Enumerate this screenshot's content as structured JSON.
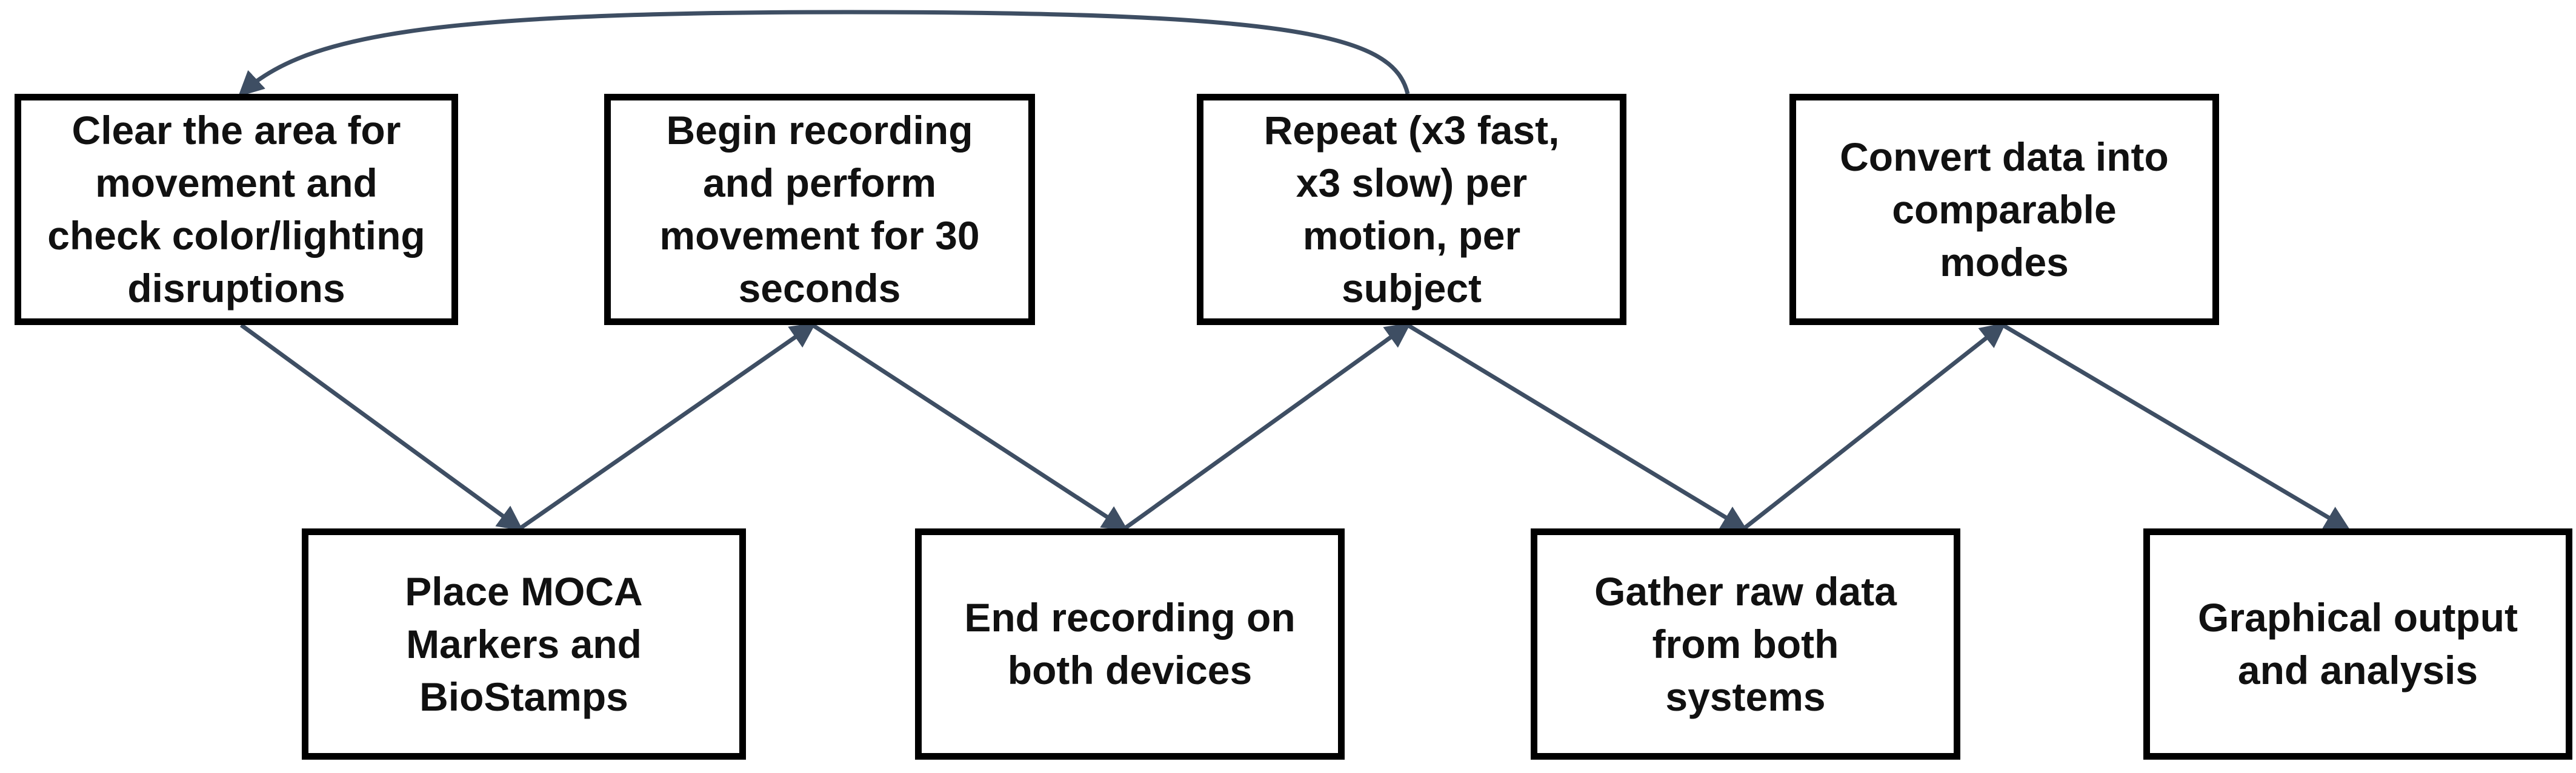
{
  "diagram": {
    "colors": {
      "arrow": "#3e4e63",
      "box_border": "#000000",
      "text": "#111111",
      "background": "#ffffff"
    },
    "steps": {
      "clear_area": "Clear the area for\nmovement and\ncheck color/lighting\ndisruptions",
      "place_markers": "Place MOCA\nMarkers and\nBioStamps",
      "begin_recording": "Begin recording\nand perform\nmovement for 30\nseconds",
      "end_recording": "End recording on\nboth devices",
      "repeat": "Repeat (x3 fast,\nx3 slow) per\nmotion, per\nsubject",
      "gather_data": "Gather raw data\nfrom both\nsystems",
      "convert_data": "Convert data into\ncomparable\nmodes",
      "graphical_output": "Graphical output\nand analysis"
    },
    "flow": [
      [
        "clear_area",
        "place_markers"
      ],
      [
        "place_markers",
        "begin_recording"
      ],
      [
        "begin_recording",
        "end_recording"
      ],
      [
        "end_recording",
        "repeat"
      ],
      [
        "repeat",
        "clear_area"
      ],
      [
        "repeat",
        "gather_data"
      ],
      [
        "gather_data",
        "convert_data"
      ],
      [
        "convert_data",
        "graphical_output"
      ]
    ]
  }
}
